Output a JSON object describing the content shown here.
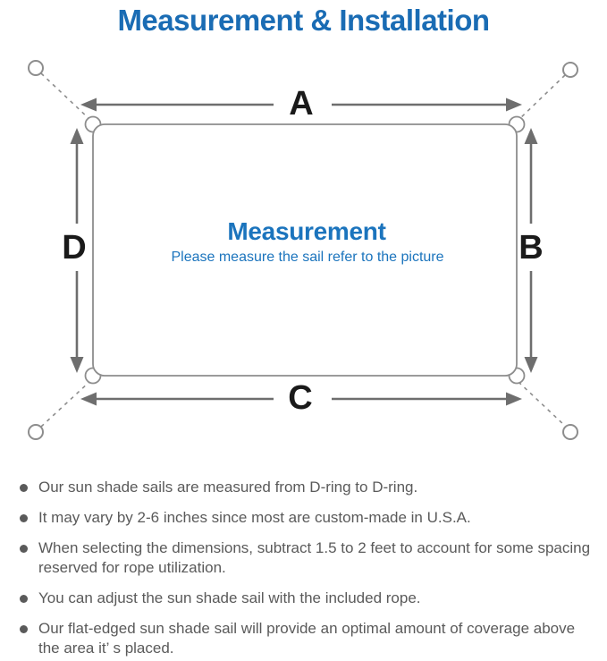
{
  "title": "Measurement & Installation",
  "diagram": {
    "labels": {
      "a": "A",
      "b": "B",
      "c": "C",
      "d": "D"
    },
    "center_title": "Measurement",
    "center_subtitle": "Please measure the sail refer to the picture"
  },
  "notes": {
    "items": [
      "Our sun shade sails are measured from D-ring to D-ring.",
      "It may vary by 2-6 inches since most are custom-made in U.S.A.",
      "When selecting the dimensions, subtract 1.5 to 2 feet to account for some spacing\nreserved for rope utilization.",
      "You can adjust the sun shade sail with the included rope.",
      "Our flat-edged sun shade sail will provide an optimal amount of coverage above\nthe area it’ s placed."
    ]
  },
  "colors": {
    "accent_blue": "#1a6cb4",
    "center_blue": "#1b74bd",
    "diagram_line": "#8d8d8d",
    "arrow_color": "#6e6e6e",
    "label_color": "#1a1a1a",
    "text_gray": "#5a5a5a"
  }
}
